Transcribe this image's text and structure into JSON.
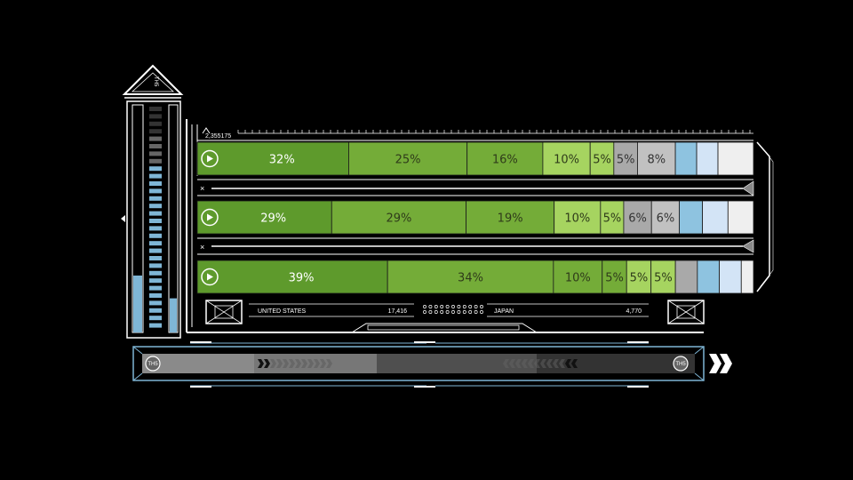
{
  "chart_data": {
    "type": "bar",
    "stacked": true,
    "orientation": "horizontal",
    "top_value_label": "2,355175",
    "rows": [
      {
        "segments": [
          {
            "label": "32%",
            "value": 32,
            "color": "#5e9a2c",
            "text_color": "#ffffff"
          },
          {
            "label": "25%",
            "value": 25,
            "color": "#74ac38",
            "text_color": "#2f3b1a"
          },
          {
            "label": "16%",
            "value": 16,
            "color": "#74ac38",
            "text_color": "#2f3b1a"
          },
          {
            "label": "10%",
            "value": 10,
            "color": "#a6d460",
            "text_color": "#2f3b1a"
          },
          {
            "label": "5%",
            "value": 5,
            "color": "#a6d460",
            "text_color": "#2f3b1a"
          },
          {
            "label": "5%",
            "value": 5,
            "color": "#a9a9a9",
            "text_color": "#333333"
          },
          {
            "label": "8%",
            "value": 8,
            "color": "#c1c1c1",
            "text_color": "#333333"
          },
          {
            "label": "",
            "value": 4.5,
            "color": "#8ec3e0",
            "text_color": "#333333"
          },
          {
            "label": "",
            "value": 4.5,
            "color": "#d3e4f6",
            "text_color": "#333333"
          },
          {
            "label": "",
            "value": 7.5,
            "color": "#efefef",
            "text_color": "#333333"
          }
        ]
      },
      {
        "segments": [
          {
            "label": "29%",
            "value": 29,
            "color": "#5e9a2c",
            "text_color": "#ffffff"
          },
          {
            "label": "29%",
            "value": 29,
            "color": "#74ac38",
            "text_color": "#2f3b1a"
          },
          {
            "label": "19%",
            "value": 19,
            "color": "#74ac38",
            "text_color": "#2f3b1a"
          },
          {
            "label": "10%",
            "value": 10,
            "color": "#a6d460",
            "text_color": "#2f3b1a"
          },
          {
            "label": "5%",
            "value": 5,
            "color": "#a6d460",
            "text_color": "#2f3b1a"
          },
          {
            "label": "6%",
            "value": 6,
            "color": "#a9a9a9",
            "text_color": "#333333"
          },
          {
            "label": "6%",
            "value": 6,
            "color": "#c1c1c1",
            "text_color": "#333333"
          },
          {
            "label": "",
            "value": 5,
            "color": "#8ec3e0",
            "text_color": "#333333"
          },
          {
            "label": "",
            "value": 5.5,
            "color": "#d3e4f6",
            "text_color": "#333333"
          },
          {
            "label": "",
            "value": 5.5,
            "color": "#efefef",
            "text_color": "#333333"
          }
        ]
      },
      {
        "segments": [
          {
            "label": "39%",
            "value": 39,
            "color": "#5e9a2c",
            "text_color": "#ffffff"
          },
          {
            "label": "34%",
            "value": 34,
            "color": "#74ac38",
            "text_color": "#2f3b1a"
          },
          {
            "label": "10%",
            "value": 10,
            "color": "#74ac38",
            "text_color": "#2f3b1a"
          },
          {
            "label": "5%",
            "value": 5,
            "color": "#74ac38",
            "text_color": "#2f3b1a"
          },
          {
            "label": "5%",
            "value": 5,
            "color": "#a6d460",
            "text_color": "#2f3b1a"
          },
          {
            "label": "5%",
            "value": 5,
            "color": "#a6d460",
            "text_color": "#2f3b1a"
          },
          {
            "label": "",
            "value": 4.5,
            "color": "#a9a9a9",
            "text_color": "#333333"
          },
          {
            "label": "",
            "value": 4.5,
            "color": "#8ec3e0",
            "text_color": "#333333"
          },
          {
            "label": "",
            "value": 4.5,
            "color": "#d3e4f6",
            "text_color": "#333333"
          },
          {
            "label": "",
            "value": 2.5,
            "color": "#efefef",
            "text_color": "#333333"
          }
        ]
      }
    ]
  },
  "footer": {
    "left_country": "UNITED STATES",
    "left_value": "17,416",
    "right_country": "JAPAN",
    "right_value": "4,770"
  },
  "gauge": {
    "label": "TH5",
    "level_left": 0.25,
    "level_right": 0.15
  },
  "progress": {
    "left_badge": "TH5",
    "right_badge": "TH5"
  },
  "colors": {
    "hud_line": "#ffffff",
    "accent_blue": "#7fb6d6",
    "track": "#000000"
  }
}
